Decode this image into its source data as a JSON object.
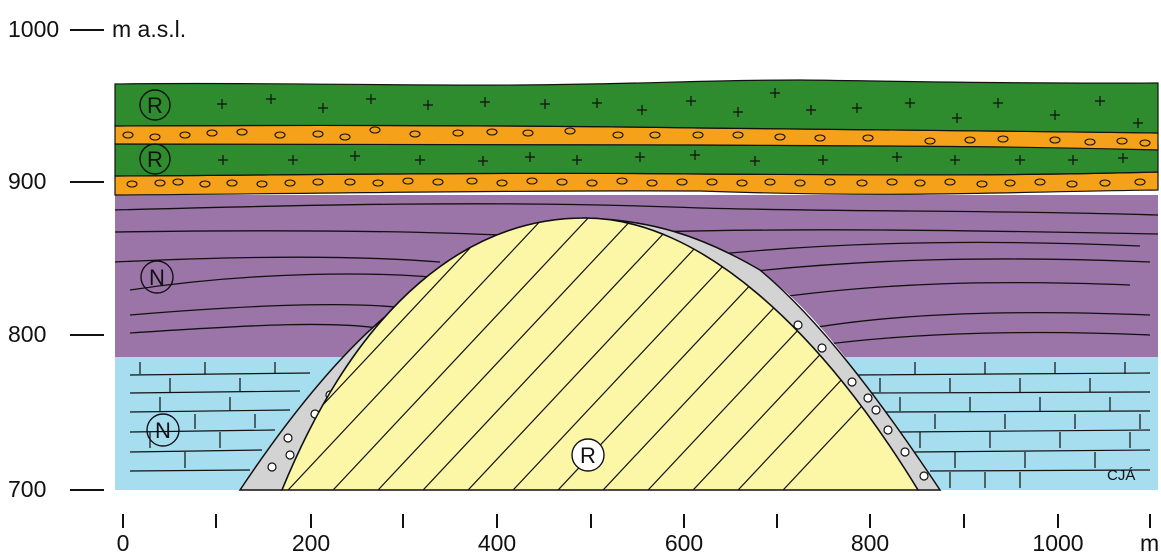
{
  "y_axis": {
    "ticks": [
      "1000",
      "900",
      "800",
      "700"
    ],
    "unit": "m a.s.l."
  },
  "x_axis": {
    "ticks": [
      "0",
      "200",
      "400",
      "600",
      "800",
      "1000"
    ],
    "unit": "m"
  },
  "units": [
    {
      "code": "R",
      "fill": "#2e8b2e",
      "description": "upper green layer"
    },
    {
      "code": "R",
      "fill": "#2e8b2e",
      "description": "lower green layer"
    },
    {
      "code": "N",
      "fill": "#9b74a8",
      "description": "purple layer"
    },
    {
      "code": "N",
      "fill": "#a6def0",
      "description": "blue limestone"
    },
    {
      "code": "R",
      "fill": "#fbf7a6",
      "description": "central dome"
    }
  ],
  "colors": {
    "green": "#2e8b2e",
    "orange": "#f5a11a",
    "purple": "#9b74a8",
    "blue": "#a6def0",
    "yellow": "#fbf7a6",
    "gray": "#d3d3d3"
  },
  "signature": "CJÁ"
}
